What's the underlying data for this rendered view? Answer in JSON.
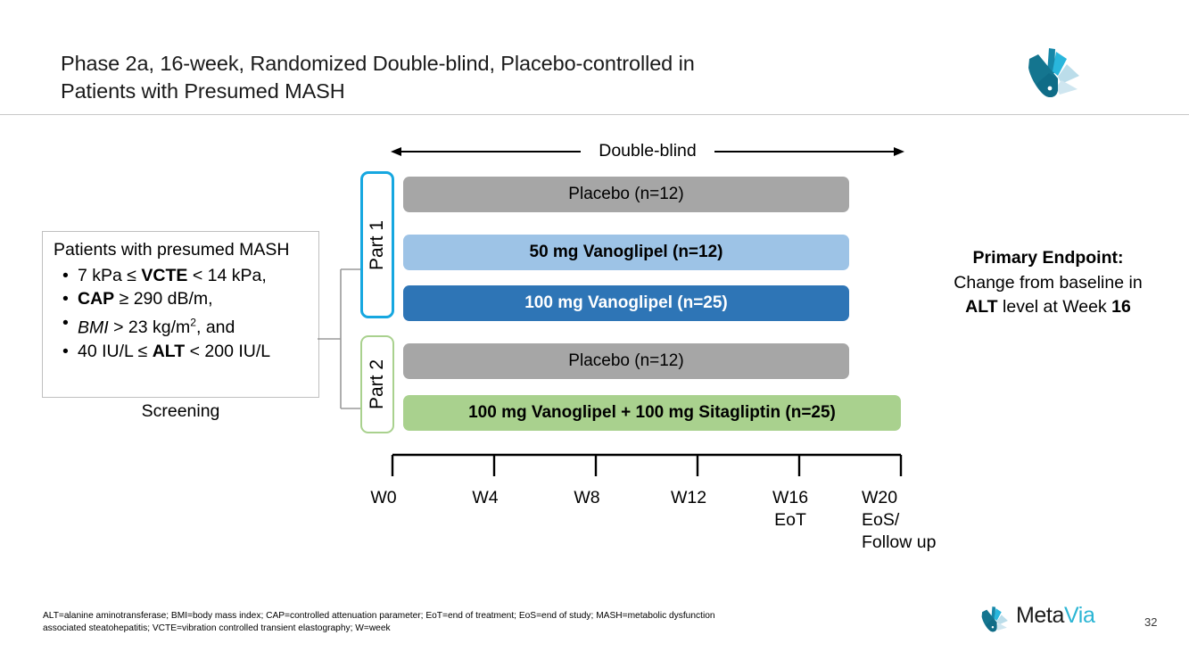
{
  "slide": {
    "title": "Phase 2a, 16-week, Randomized Double-blind, Placebo-controlled in Patients with Presumed MASH",
    "page_number": "32"
  },
  "criteria": {
    "heading": "Patients with presumed MASH",
    "items": [
      {
        "pre": "7 kPa ≤ ",
        "em": "VCTE",
        "post": " < 14 kPa,",
        "style": "bold"
      },
      {
        "pre": "",
        "em": "CAP",
        "post": " ≥ 290 dB/m,",
        "style": "bold"
      },
      {
        "pre": "",
        "em": "BMI",
        "post": " > 23 kg/m2, and",
        "style": "italic"
      },
      {
        "pre": "40 IU/L ≤ ",
        "em": "ALT",
        "post": " < 200 IU/L",
        "style": "bold"
      }
    ],
    "bullet_glyph": "•",
    "screening_label": "Screening"
  },
  "double_blind": {
    "label": "Double-blind"
  },
  "parts": [
    {
      "label": "Part 1",
      "border_color": "#16A7E0",
      "arms": [
        {
          "label": "Placebo (n=12)",
          "color": "#A6A6A6",
          "text_color": "#000000",
          "bold": false
        },
        {
          "label": "50 mg Vanoglipel (n=12)",
          "color": "#9DC3E6",
          "text_color": "#000000",
          "bold": true
        },
        {
          "label": "100 mg Vanoglipel (n=25)",
          "color": "#2E75B6",
          "text_color": "#FFFFFF",
          "bold": true
        }
      ]
    },
    {
      "label": "Part 2",
      "border_color": "#A9D18E",
      "arms": [
        {
          "label": "Placebo (n=12)",
          "color": "#A6A6A6",
          "text_color": "#000000",
          "bold": false
        },
        {
          "label": "100 mg Vanoglipel + 100 mg Sitagliptin (n=25)",
          "color": "#A9D18E",
          "text_color": "#000000",
          "bold": true
        }
      ]
    }
  ],
  "timeline": {
    "ticks": [
      {
        "week": "W0",
        "sub1": "",
        "sub2": ""
      },
      {
        "week": "W4",
        "sub1": "",
        "sub2": ""
      },
      {
        "week": "W8",
        "sub1": "",
        "sub2": ""
      },
      {
        "week": "W12",
        "sub1": "",
        "sub2": ""
      },
      {
        "week": "W16",
        "sub1": "EoT",
        "sub2": ""
      },
      {
        "week": "W20",
        "sub1": "EoS/",
        "sub2": "Follow up"
      }
    ]
  },
  "endpoint": {
    "heading": "Primary Endpoint:",
    "line2_pre": "Change from baseline in",
    "line3_a": "ALT",
    "line3_b": " level at Week ",
    "line3_c": "16"
  },
  "footnote": {
    "line1": "ALT=alanine aminotransferase; BMI=body mass index; CAP=controlled attenuation parameter; EoT=end of treatment; EoS=end of study; MASH=metabolic dysfunction",
    "line2": "associated steatohepatitis; VCTE=vibration controlled transient elastography; W=week"
  },
  "brand": {
    "name_part1": "Meta",
    "name_part2": "Via",
    "accent": "#2BB5D4",
    "dark": "#1A1A1A"
  }
}
